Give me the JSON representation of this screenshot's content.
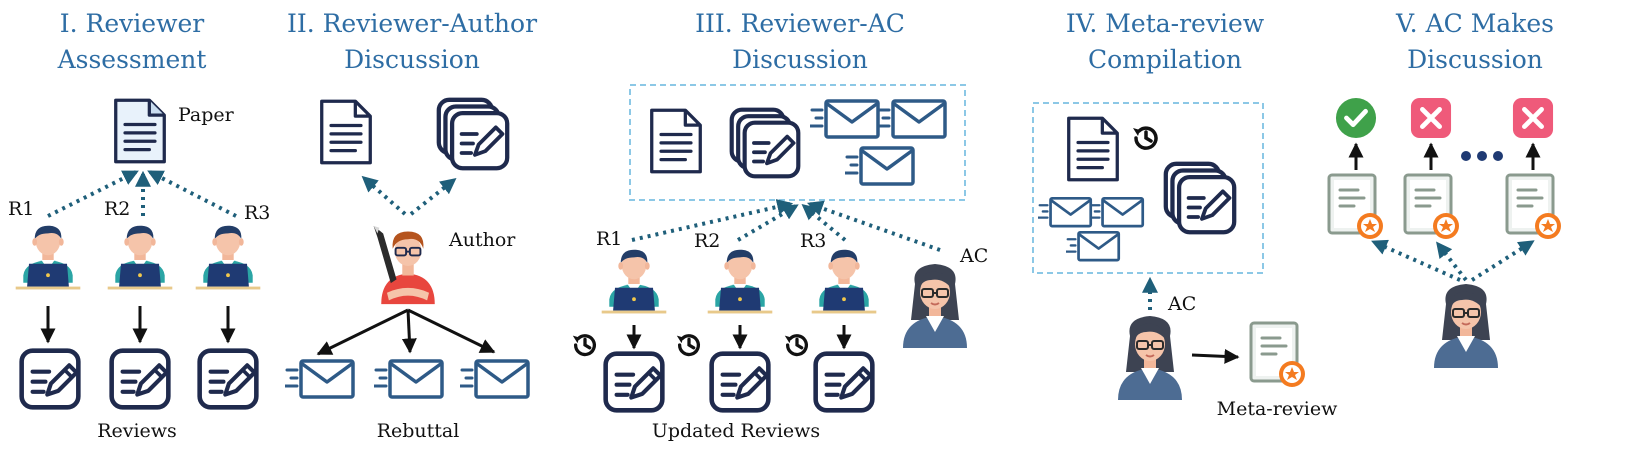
{
  "stages": [
    {
      "title": "I. Reviewer",
      "title2": "Assessment"
    },
    {
      "title": "II. Reviewer-Author",
      "title2": "Discussion"
    },
    {
      "title": "III. Reviewer-AC",
      "title2": "Discussion"
    },
    {
      "title": "IV. Meta-review",
      "title2": "Compilation"
    },
    {
      "title": "V. AC Makes",
      "title2": "Discussion"
    }
  ],
  "labels": {
    "paper": "Paper",
    "r1": "R1",
    "r2": "R2",
    "r3": "R3",
    "reviews": "Reviews",
    "author": "Author",
    "rebuttal": "Rebuttal",
    "updated_reviews": "Updated Reviews",
    "ac": "AC",
    "meta_review": "Meta-review"
  },
  "colors": {
    "title": "#2E6DA4",
    "icon_navy": "#1F2A4D",
    "envelope": "#2E5A87",
    "dotted_arrow": "#1F5F7A",
    "dashed_box": "#8CC8E6",
    "accept_green": "#3FA14A",
    "reject_pink": "#EF5A7A",
    "medal_orange": "#F47B20"
  },
  "icons": {
    "paper": "document-icon",
    "review": "review-pen-icon",
    "review_stack": "review-stack-icon",
    "message": "envelope-icon",
    "reviewer": "reviewer-avatar-icon",
    "author": "author-avatar-icon",
    "ac": "area-chair-avatar-icon",
    "clock": "clock-icon",
    "meta_review": "meta-review-document-icon",
    "accept": "check-circle-icon",
    "reject": "x-square-icon",
    "more": "ellipsis-icon"
  }
}
